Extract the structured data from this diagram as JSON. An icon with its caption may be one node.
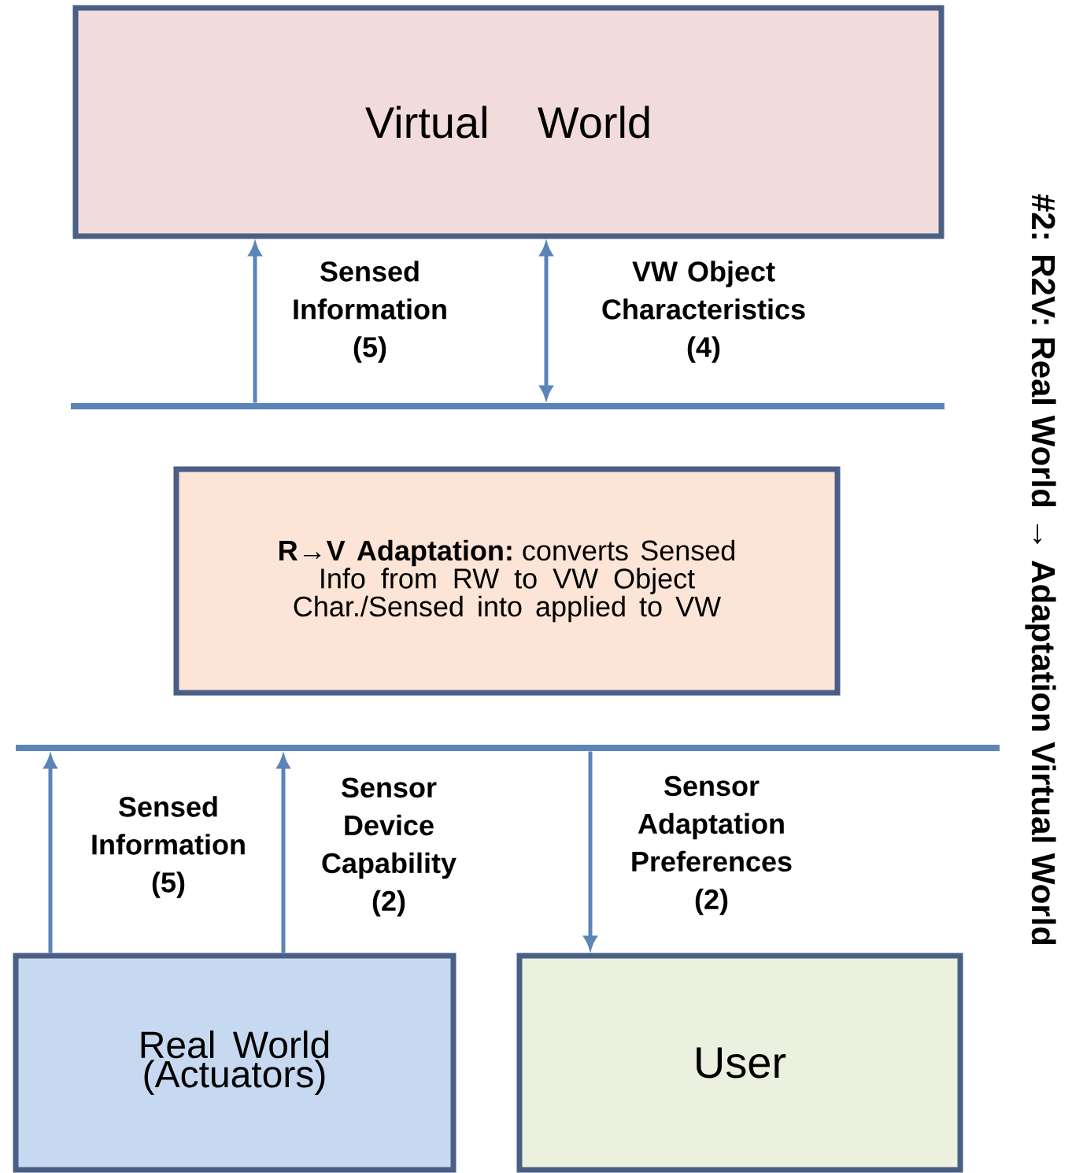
{
  "diagram": {
    "title": "#2: R2V: Real World → Adaptation Virtual World",
    "nodes": [
      {
        "text": [
          "Virtual World"
        ]
      },
      {
        "text": [],
        "shape": "bar"
      },
      {
        "text": [
          "**R→V Adaptation:** converts Sensed Info from RW to VW Object Char./Sensed into applied to VW"
        ]
      },
      {
        "text": [],
        "shape": "bar"
      },
      {
        "text": [
          "Real World (Actuators)"
        ]
      },
      {
        "text": [
          "User"
        ]
      }
    ],
    "edges": [
      {
        "from": 1,
        "to": 0,
        "arrow": "to",
        "label": "Sensed Information (5)"
      },
      {
        "from": 1,
        "to": 0,
        "arrow": "both",
        "label": "VW Object Characteristics (4)"
      },
      {
        "from": 4,
        "to": 3,
        "arrow": "to",
        "label": "Sensed Information (5)"
      },
      {
        "from": 4,
        "to": 3,
        "arrow": "to",
        "label": "Sensor Device Capability (2)"
      },
      {
        "from": 3,
        "to": 5,
        "arrow": "to",
        "label": "Sensor Adaptation Preferences (2)"
      }
    ]
  }
}
